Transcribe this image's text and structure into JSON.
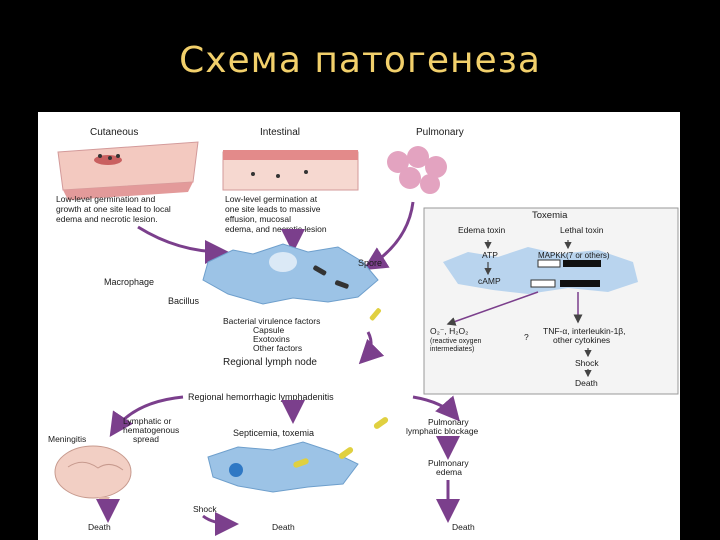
{
  "slide": {
    "title": "Схема патогенеза"
  },
  "routes": {
    "cutaneous": {
      "label": "Cutaneous",
      "caption": [
        "Low-level germination and",
        "growth at one site lead to local",
        "edema and necrotic lesion."
      ]
    },
    "intestinal": {
      "label": "Intestinal",
      "caption": [
        "Low-level germination at",
        "one site leads to massive",
        "effusion, mucosal",
        "edema, and necrotic lesion"
      ]
    },
    "pulmonary": {
      "label": "Pulmonary"
    }
  },
  "macrophage": {
    "label": "Macrophage",
    "spore": "Spore",
    "bacillus": "Bacillus",
    "virulence": [
      "Bacterial virulence factors",
      "Capsule",
      "Exotoxins",
      "Other factors"
    ],
    "lymph_node": "Regional lymph node"
  },
  "toxemia": {
    "title": "Toxemia",
    "edema_toxin": "Edema toxin",
    "lethal_toxin": "Lethal toxin",
    "atp": "ATP",
    "camp": "cAMP",
    "mapkk": "MAPKK(7 or others)",
    "o2": "O₂⁻, H₂O₂",
    "o2_note": [
      "(reactive oxygen",
      "intermediates)"
    ],
    "question": "?",
    "tnf": "TNF-α, interleukin-1β,",
    "cytokines": "other cytokines",
    "shock": "Shock",
    "death": "Death"
  },
  "spread": {
    "lymphadenitis": "Regional hemorrhagic lymphadenitis",
    "lymphatic": [
      "Lymphatic or",
      "hematogenous",
      "spread"
    ],
    "meningitis": "Meningitis",
    "septicemia": "Septicemia, toxemia",
    "pulm_block": [
      "Pulmonary",
      "lymphatic blockage"
    ],
    "pulm_edema": [
      "Pulmonary",
      "edema"
    ],
    "shock": "Shock",
    "death1": "Death",
    "death2": "Death",
    "death3": "Death"
  },
  "colors": {
    "title": "#f2d06b",
    "arrow": "#7b3f8c",
    "cell": "#9cc3e6",
    "tissue": "#e8a6a6"
  }
}
